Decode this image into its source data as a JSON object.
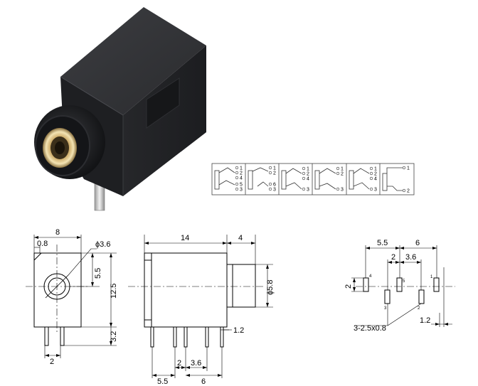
{
  "schematics": [
    {
      "pins": [
        "1",
        "2",
        "4",
        "5",
        "3"
      ]
    },
    {
      "pins": [
        "1",
        "2",
        "6",
        "3"
      ]
    },
    {
      "pins": [
        "1",
        "2",
        "4",
        "3"
      ]
    },
    {
      "pins": [
        "1",
        "2",
        "3"
      ]
    },
    {
      "pins": [
        "1",
        "2",
        "4",
        "3"
      ]
    },
    {
      "pins": [
        "1",
        "2"
      ]
    }
  ],
  "front_view": {
    "width": "8",
    "offset": "0.8",
    "hole_dia": "ϕ3.6",
    "center_height": "5.5",
    "body_height": "12.5",
    "pin_length": "3.2",
    "pin_spacing": "2"
  },
  "side_view": {
    "body_length": "14",
    "nose_length": "4",
    "nose_dia": "ϕ5.8",
    "pin_width": "1.2",
    "pin_spacing_a": "2",
    "pin_spacing_b": "3.6",
    "pin_spacing_c": "5.5",
    "pin_spacing_d": "6"
  },
  "pcb_layout": {
    "span_a": "5.5",
    "span_b": "6",
    "span_c": "2",
    "span_d": "3.6",
    "row_offset": "2",
    "slot_note": "3-2.5x0.8",
    "edge_offset": "1.2",
    "pad_labels": [
      "4",
      "5",
      "1",
      "3",
      "2"
    ]
  }
}
